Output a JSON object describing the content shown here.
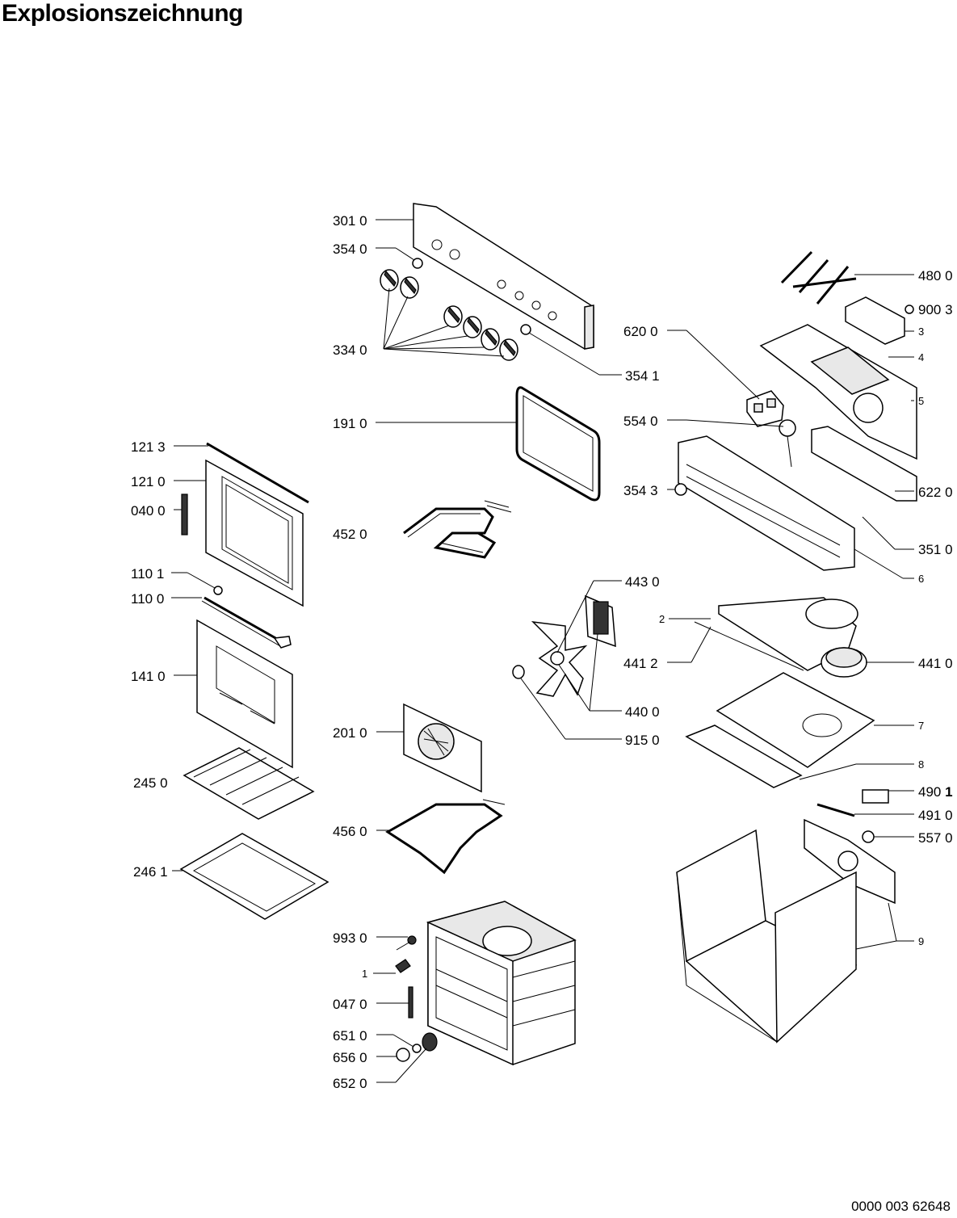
{
  "title": "Explosionszeichnung",
  "document_number": "0000 003 62648",
  "callouts": {
    "c3010": "301 0",
    "c3540": "354 0",
    "c3340": "334 0",
    "c3541": "354 1",
    "c1910": "191 0",
    "c4520": "452 0",
    "c1213": "121 3",
    "c1210": "121 0",
    "c0400": "040 0",
    "c1101": "110 1",
    "c1100": "110 0",
    "c1410": "141 0",
    "c2450": "245 0",
    "c2461": "246 1",
    "c2010": "201 0",
    "c4560": "456 0",
    "c9930": "993 0",
    "c1": "1",
    "c0470": "047 0",
    "c6510": "651 0",
    "c6560": "656 0",
    "c6520": "652 0",
    "c4800": "480 0",
    "c9003": "900 3",
    "c3": "3",
    "c4": "4",
    "c5": "5",
    "c6200": "620 0",
    "c5540": "554 0",
    "c3543": "354 3",
    "c6220": "622 0",
    "c3510": "351 0",
    "c6": "6",
    "c4430": "443 0",
    "c2": "2",
    "c4412": "441 2",
    "c4410": "441 0",
    "c4400": "440 0",
    "c9150": "915 0",
    "c7": "7",
    "c8": "8",
    "c4901_base": "490 ",
    "c4901_bold": "1",
    "c4910": "491 0",
    "c5570": "557 0",
    "c9": "9"
  }
}
